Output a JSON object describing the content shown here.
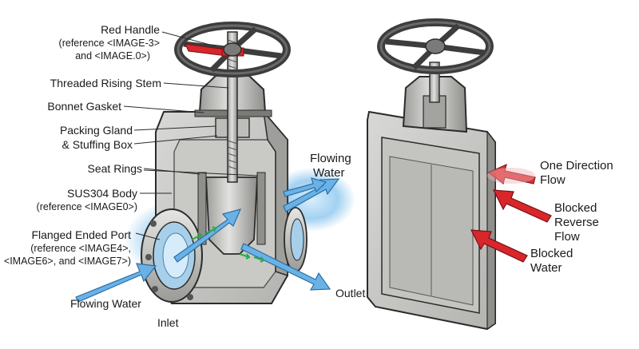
{
  "labels": {
    "red_handle": "Red Handle",
    "red_handle_ref1": "(reference <IMAGE-3>",
    "red_handle_ref2": "and <IMAGE.0>)",
    "threaded_stem": "Threaded Rising Stem",
    "bonnet_gasket": "Bonnet Gasket",
    "packing_gland1": "Packing Gland",
    "packing_gland2": "& Stuffing Box",
    "seat_rings": "Seat Rings",
    "body": "SUS304 Body",
    "body_ref": "(reference <IMAGE0>)",
    "flanged_port": "Flanged Ended Port",
    "flanged_ref1": "(reference <IMAGE4>,",
    "flanged_ref2": "<IMAGE6>, and <IMAGE7>)",
    "flowing_water_left": "Flowing Water",
    "inlet": "Inlet",
    "outlet": "Outlet",
    "flowing_water_top1": "Flowing",
    "flowing_water_top2": "Water",
    "one_direction1": "One Direction",
    "one_direction2": "Flow",
    "blocked_reverse1": "Blocked",
    "blocked_reverse2": "Reverse",
    "blocked_reverse3": "Flow",
    "blocked_water1": "Blocked",
    "blocked_water2": "Water"
  },
  "colors": {
    "metal_light": "#d4d4d2",
    "metal_mid": "#a9a9a6",
    "metal_dark": "#5e5e5c",
    "outline": "#2b2b2b",
    "handwheel": "#4a4a4a",
    "handle_red": "#d9262b",
    "water_blue": "#6ab2e6",
    "water_glow": "#9fd2f2",
    "arrow_red": "#d9262b",
    "flow_green": "#2ea84a"
  }
}
